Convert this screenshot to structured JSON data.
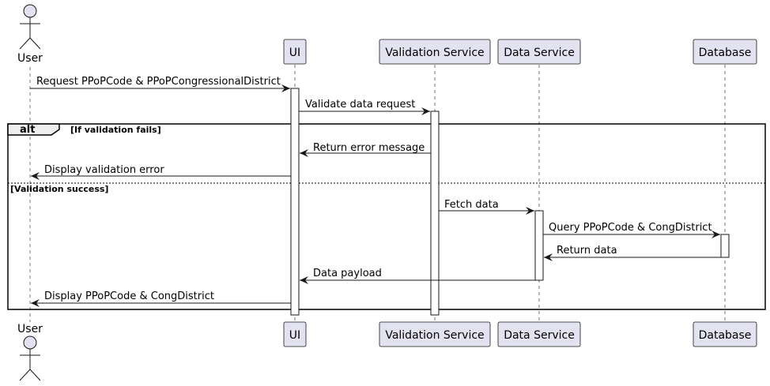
{
  "participants": [
    {
      "id": "user",
      "label": "User",
      "kind": "actor"
    },
    {
      "id": "ui",
      "label": "UI",
      "kind": "participant"
    },
    {
      "id": "validation",
      "label": "Validation Service",
      "kind": "participant"
    },
    {
      "id": "data",
      "label": "Data Service",
      "kind": "participant"
    },
    {
      "id": "db",
      "label": "Database",
      "kind": "participant"
    }
  ],
  "messages": [
    {
      "id": "m1",
      "label": "Request PPoPCode & PPoPCongressionalDistrict"
    },
    {
      "id": "m2",
      "label": "Validate data request"
    },
    {
      "id": "m3",
      "label": "Return error message"
    },
    {
      "id": "m4",
      "label": "Display validation error"
    },
    {
      "id": "m5",
      "label": "Fetch data"
    },
    {
      "id": "m6",
      "label": "Query PPoPCode & CongDistrict"
    },
    {
      "id": "m7",
      "label": "Return data"
    },
    {
      "id": "m8",
      "label": "Data payload"
    },
    {
      "id": "m9",
      "label": "Display PPoPCode & CongDistrict"
    }
  ],
  "fragment": {
    "keyword": "alt",
    "guard1": "[If validation fails]",
    "guard2": "[Validation success]"
  },
  "colors": {
    "participant_fill": "#E2E2F0",
    "participant_border": "#181818",
    "lifeline": "#181818",
    "arrow": "#181818",
    "activation_fill": "#ffffff",
    "alt_header_fill": "#EEEEEE"
  }
}
